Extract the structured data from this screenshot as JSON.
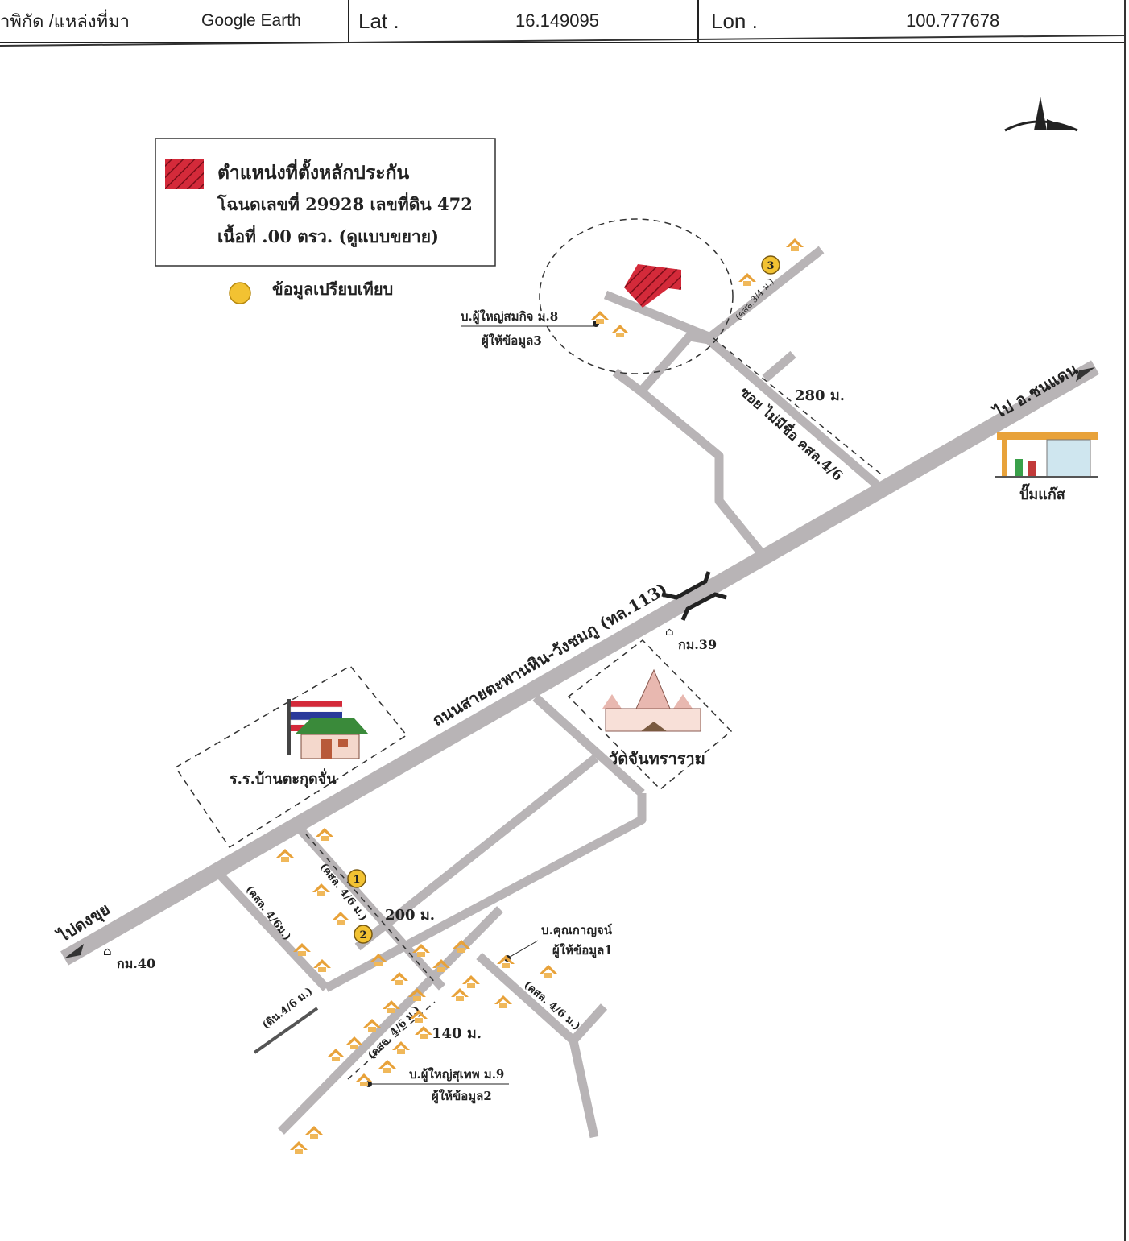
{
  "header": {
    "source_label": "าพิกัด /แหล่งที่มา",
    "source_value": "Google Earth",
    "lat_label": "Lat .",
    "lat_value": "16.149095",
    "lon_label": "Lon .",
    "lon_value": "100.777678"
  },
  "legend": {
    "collateral_title": "ตำแหน่งที่ตั้งหลักประกัน",
    "deed_line": "โฉนดเลขที่ 29928  เลขที่ดิน 472",
    "area_line": "เนื้อที่  .00 ตรว. (ดูแบบขยาย)",
    "comparison_label": "ข้อมูลเปรียบเทียบ"
  },
  "map_labels": {
    "main_road": "ถนนสายตะพานหิน-วังชมภู (ทล.113)",
    "to_chon_daen": "ไป อ.ชนแดน",
    "to_dong_khui": "ไปดงขุย",
    "km_39": "กม.39",
    "km_40": "กม.40",
    "gas_station": "ปั๊มแก๊ส",
    "school": "ร.ร.บ้านตะกุดจั่น",
    "temple": "วัดจันทราราม",
    "soi_unnamed": "ซอย ไม่มีชื่อ คสล.4/6",
    "dist_280": "280 ม.",
    "dist_200": "200 ม.",
    "dist_140": "140 ม.",
    "road_top_right": "(คสล.3/4 ม.)",
    "road_1": "(คสล. 4/6 ม.)",
    "road_left": "(คสล. 4/6ม.)",
    "road_dirt": "(ดิน.4/6 ม.)",
    "road_bottom": "(คสล. 4/6 ม.)",
    "road_right_bottom": "(คสล. 4/6 ม.)",
    "house_8": "บ.ผู้ใหญ่สมกิจ ม.8",
    "informant_3": "ผู้ให้ข้อมูล3",
    "house_khun": "บ.คุณกาญจน์",
    "informant_1": "ผู้ให้ข้อมูล1",
    "house_9": "บ.ผู้ใหญ่สุเทพ ม.9",
    "informant_2": "ผู้ให้ข้อมูล2",
    "marker_1": "1",
    "marker_2": "2",
    "marker_3": "3"
  },
  "colors": {
    "road": "#b8b4b6",
    "collateral": "#d42a3a",
    "marker": "#f2c232",
    "house": "#e8a23a"
  }
}
